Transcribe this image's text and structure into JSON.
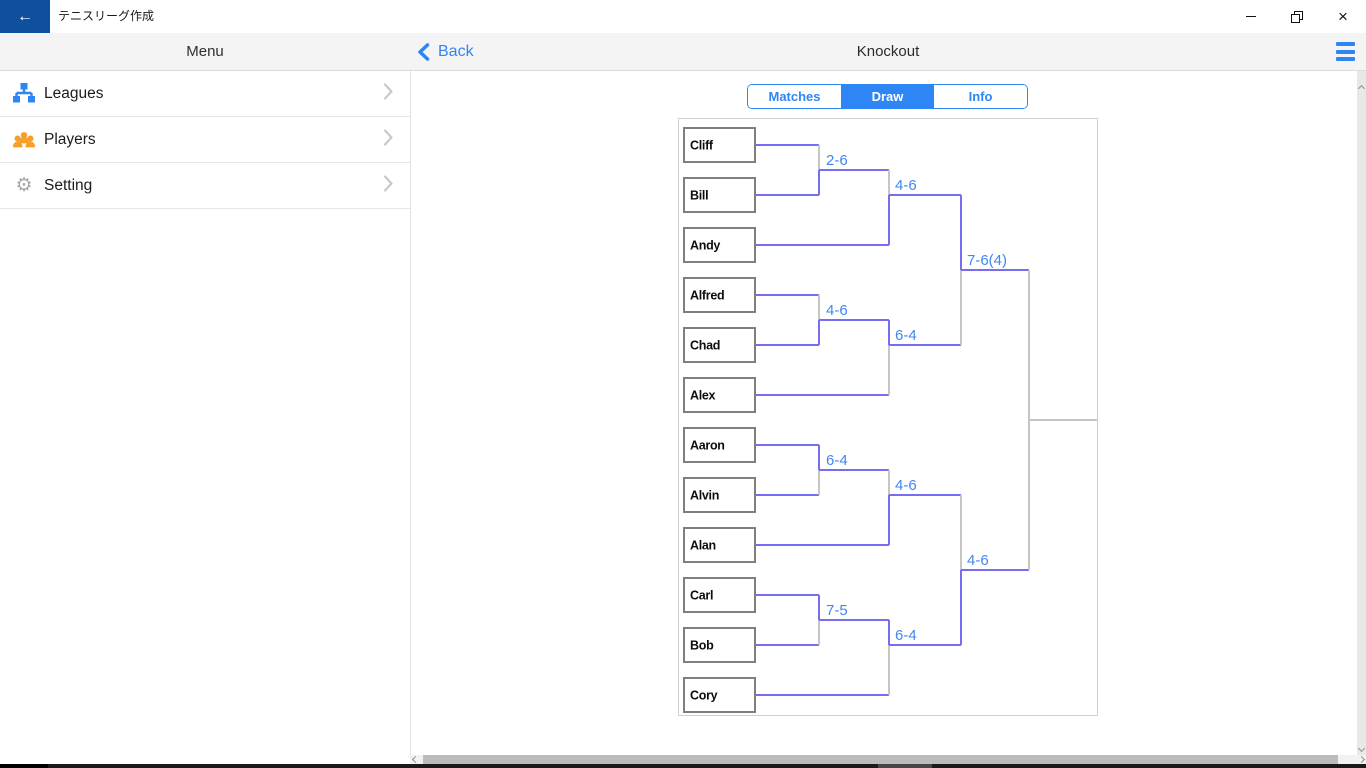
{
  "titlebar": {
    "app_title": "テニスリーグ作成"
  },
  "header": {
    "menu_title": "Menu",
    "back_label": "Back",
    "page_title": "Knockout"
  },
  "sidebar": {
    "items": [
      {
        "label": "Leagues",
        "icon": "sitemap-icon"
      },
      {
        "label": "Players",
        "icon": "people-icon"
      },
      {
        "label": "Setting",
        "icon": "gear-icon"
      }
    ]
  },
  "tabs": [
    {
      "label": "Matches",
      "active": false
    },
    {
      "label": "Draw",
      "active": true
    },
    {
      "label": "Info",
      "active": false
    }
  ],
  "bracket": {
    "players": [
      "Cliff",
      "Bill",
      "Andy",
      "Alfred",
      "Chad",
      "Alex",
      "Aaron",
      "Alvin",
      "Alan",
      "Carl",
      "Bob",
      "Cory"
    ],
    "round1": [
      {
        "top": "Cliff",
        "bottom": "Bill",
        "score": "2-6",
        "winner": "bottom"
      },
      {
        "top": "Alfred",
        "bottom": "Chad",
        "score": "4-6",
        "winner": "bottom"
      },
      {
        "top": "Aaron",
        "bottom": "Alvin",
        "score": "6-4",
        "winner": "top"
      },
      {
        "top": "Carl",
        "bottom": "Bob",
        "score": "7-5",
        "winner": "top"
      }
    ],
    "round2": [
      {
        "top": "Bill",
        "bottom": "Andy",
        "score": "4-6",
        "winner": "bottom"
      },
      {
        "top": "Chad",
        "bottom": "Alex",
        "score": "6-4",
        "winner": "top"
      },
      {
        "top": "Aaron",
        "bottom": "Alan",
        "score": "4-6",
        "winner": "bottom"
      },
      {
        "top": "Carl",
        "bottom": "Cory",
        "score": "6-4",
        "winner": "top"
      }
    ],
    "semifinals": [
      {
        "top": "Andy",
        "bottom": "Chad",
        "score": "7-6(4)",
        "winner": "top"
      },
      {
        "top": "Alan",
        "bottom": "Carl",
        "score": "4-6",
        "winner": "bottom"
      }
    ],
    "final": {
      "top": "Andy",
      "bottom": "Carl",
      "score": ""
    }
  },
  "colors": {
    "accent_blue": "#2e86f5",
    "score_blue": "#4285f4",
    "line_winner_purple": "#776df0",
    "line_neutral_gray": "#c5c5c5",
    "box_border_gray": "#7f7f7f",
    "titlebar_back_blue": "#0f509e",
    "leagues_icon_blue": "#2e86f5",
    "players_icon_orange": "#f5a02a",
    "setting_icon_gray": "#a9a9a9"
  }
}
